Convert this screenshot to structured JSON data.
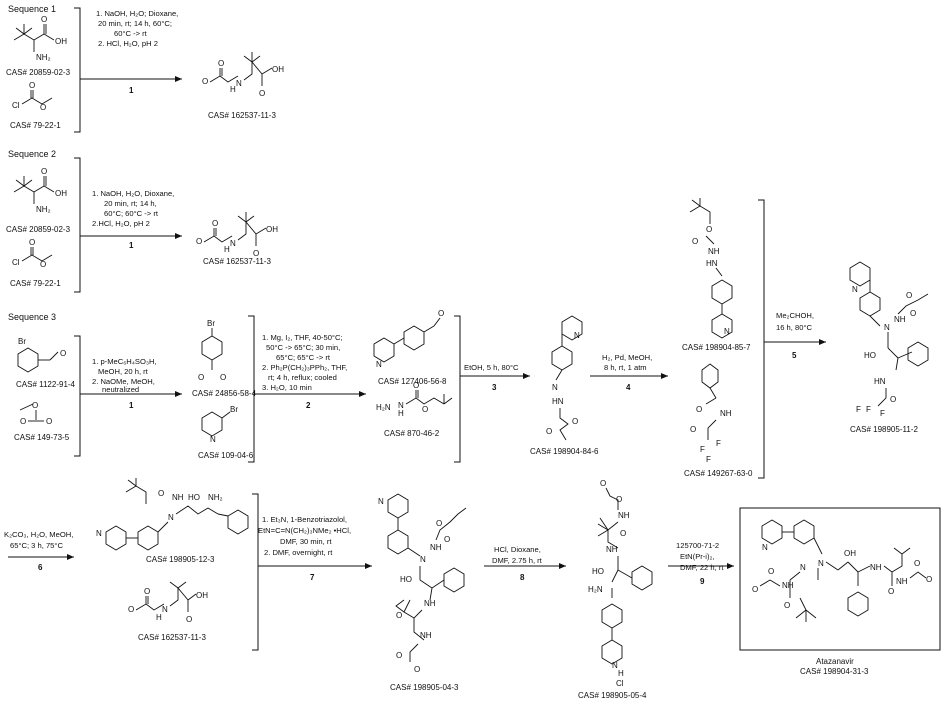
{
  "sequences": [
    {
      "title": "Sequence 1"
    },
    {
      "title": "Sequence 2"
    },
    {
      "title": "Sequence 3"
    }
  ],
  "cas": {
    "c20859": "CAS# 20859-02-3",
    "c79": "CAS# 79-22-1",
    "c162537": "CAS# 162537-11-3",
    "c1122": "CAS# 1122-91-4",
    "c149": "CAS# 149-73-5",
    "c24856": "CAS# 24856-58-4",
    "c109": "CAS# 109-04-6",
    "c127406": "CAS# 127406-56-8",
    "c870": "CAS# 870-46-2",
    "c198904_84": "CAS# 198904-84-6",
    "c198904_85": "CAS# 198904-85-7",
    "c149267": "CAS# 149267-63-0",
    "c198905_11": "CAS# 198905-11-2",
    "c198905_12": "CAS# 198905-12-3",
    "c198905_04": "CAS# 198905-04-3",
    "c198905_05": "CAS# 198905-05-4",
    "c198904_31": "CAS# 198904-31-3"
  },
  "final_name": "Atazanavir",
  "conditions": {
    "r1": [
      "1. NaOH, H₂O; Dioxane,",
      "20 min, rt; 14 h, 60°C;",
      "60°C -> rt",
      "2. HCl, H₂O, pH 2"
    ],
    "r2": [
      "1. NaOH, H₂O, Dioxane,",
      "20 min, rt; 14 h,",
      "60°C; 60°C -> rt",
      "2.HCl, H₂O, pH 2"
    ],
    "r3a": [
      "1. p-MeC₆H₄SO₃H,",
      "MeOH, 20 h, rt",
      "2. NaOMe, MeOH,",
      "neutralized"
    ],
    "r3b": [
      "1. Mg, I₂, THF, 40-50°C;",
      "50°C -> 65°C; 30 min,",
      "65°C; 65°C -> rt",
      "2. Ph₂P(CH₂)₃PPh₂, THF,",
      "rt; 4 h, reflux; cooled",
      "3. H₂O, 10 min"
    ],
    "r3c": [
      "EtOH, 5 h, 80°C"
    ],
    "r3d": [
      "H₂, Pd, MeOH,",
      "8 h, rt, 1 atm"
    ],
    "r3e": [
      "Me₂CHOH,",
      "16 h, 80°C"
    ],
    "r3f": [
      "K₂CO₃, H₂O, MeOH,",
      "65°C; 3 h, 75°C"
    ],
    "r3g": [
      "1. Et₃N, 1-Benzotriazolol,",
      "EtN=C=N(CH₂)₃NMe₂ •HCl,",
      "DMF, 30 min, rt",
      "2. DMF, overnight, rt"
    ],
    "r3h": [
      "HCl, Dioxane,",
      "DMF, 2.75 h, rt"
    ],
    "r3i": [
      "125700-71-2",
      "EtN(Pr-i)₂,",
      "DMF, 22 h, rt"
    ]
  },
  "step_numbers": [
    "1",
    "1",
    "1",
    "2",
    "3",
    "4",
    "5",
    "6",
    "7",
    "8",
    "9"
  ],
  "atoms": {
    "OH": "OH",
    "O": "O",
    "NH2": "NH₂",
    "NH": "NH",
    "N": "N",
    "H": "H",
    "Cl": "Cl",
    "Br": "Br",
    "HO": "HO",
    "F": "F",
    "HN": "HN",
    "H2N": "H₂N"
  }
}
